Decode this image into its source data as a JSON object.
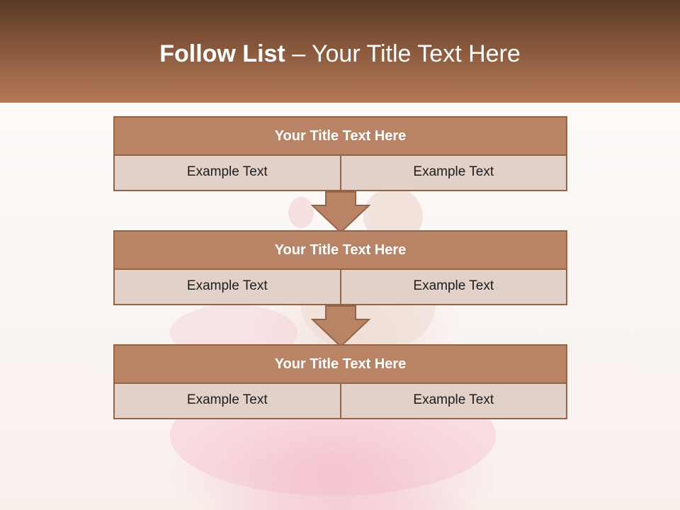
{
  "header": {
    "title_bold": "Follow List",
    "title_rest": " – Your Title Text Here"
  },
  "steps": [
    {
      "title": "Your Title Text Here",
      "left": "Example Text",
      "right": "Example Text"
    },
    {
      "title": "Your Title Text Here",
      "left": "Example Text",
      "right": "Example Text"
    },
    {
      "title": "Your Title Text Here",
      "left": "Example Text",
      "right": "Example Text"
    }
  ],
  "colors": {
    "header_dark": "#5a3a26",
    "header_light": "#b27857",
    "box_title": "#b88465",
    "box_cell": "#e2d1c9",
    "box_border": "#93634a"
  }
}
